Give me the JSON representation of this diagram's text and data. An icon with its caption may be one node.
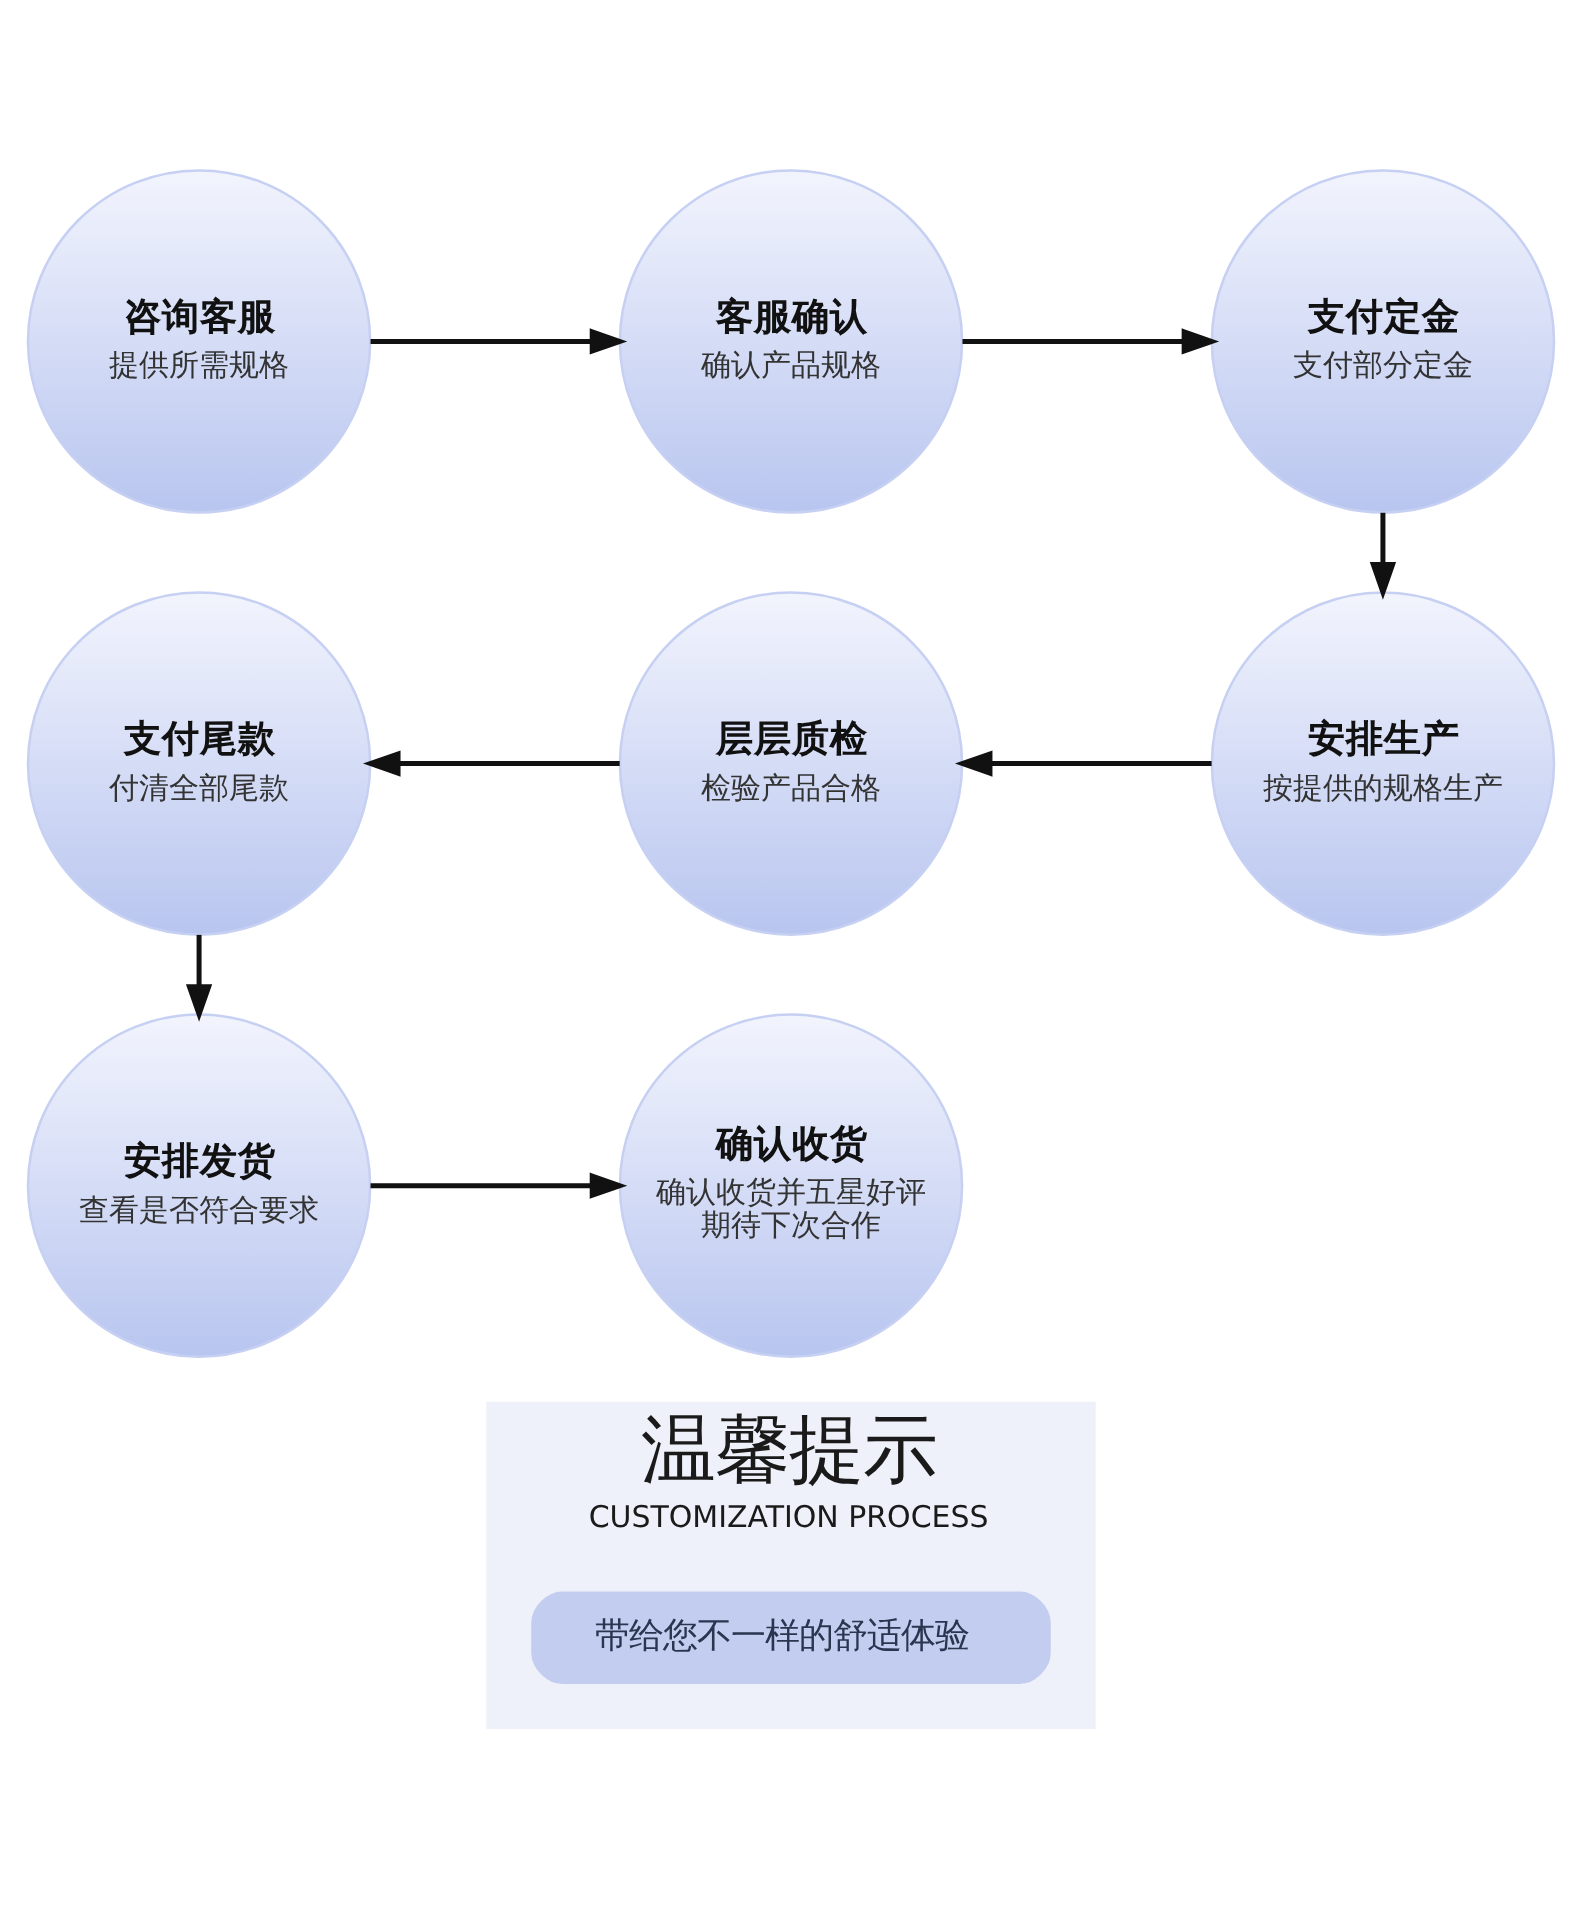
{
  "diagram": {
    "nodes": [
      {
        "text": [
          "咨询客服",
          "提供所需规格"
        ]
      },
      {
        "text": [
          "客服确认",
          "确认产品规格"
        ]
      },
      {
        "text": [
          "支付定金",
          "支付部分定金"
        ]
      },
      {
        "text": [
          "支付尾款",
          "付清全部尾款"
        ]
      },
      {
        "text": [
          "层层质检",
          "检验产品合格"
        ]
      },
      {
        "text": [
          "安排生产",
          "按提供的规格生产"
        ]
      },
      {
        "text": [
          "安排发货",
          "查看是否符合要求"
        ]
      },
      {
        "text": [
          "确认收货",
          "确认收货并五星好评期待下次合作"
        ]
      },
      {
        "text": [
          "温馨提示",
          "CUSTOMIZATION PROCESS"
        ]
      },
      {
        "text": [
          "带给您不一样的舒适体验"
        ],
        "in": 8
      }
    ],
    "edges": [
      {
        "from": 0,
        "to": 1,
        "arrow": "to"
      },
      {
        "from": 1,
        "to": 2,
        "arrow": "to"
      },
      {
        "from": 2,
        "to": 5,
        "arrow": "to"
      },
      {
        "from": 5,
        "to": 4,
        "arrow": "to"
      },
      {
        "from": 4,
        "to": 3,
        "arrow": "to"
      },
      {
        "from": 3,
        "to": 6,
        "arrow": "to"
      },
      {
        "from": 6,
        "to": 7,
        "arrow": "to"
      }
    ]
  }
}
